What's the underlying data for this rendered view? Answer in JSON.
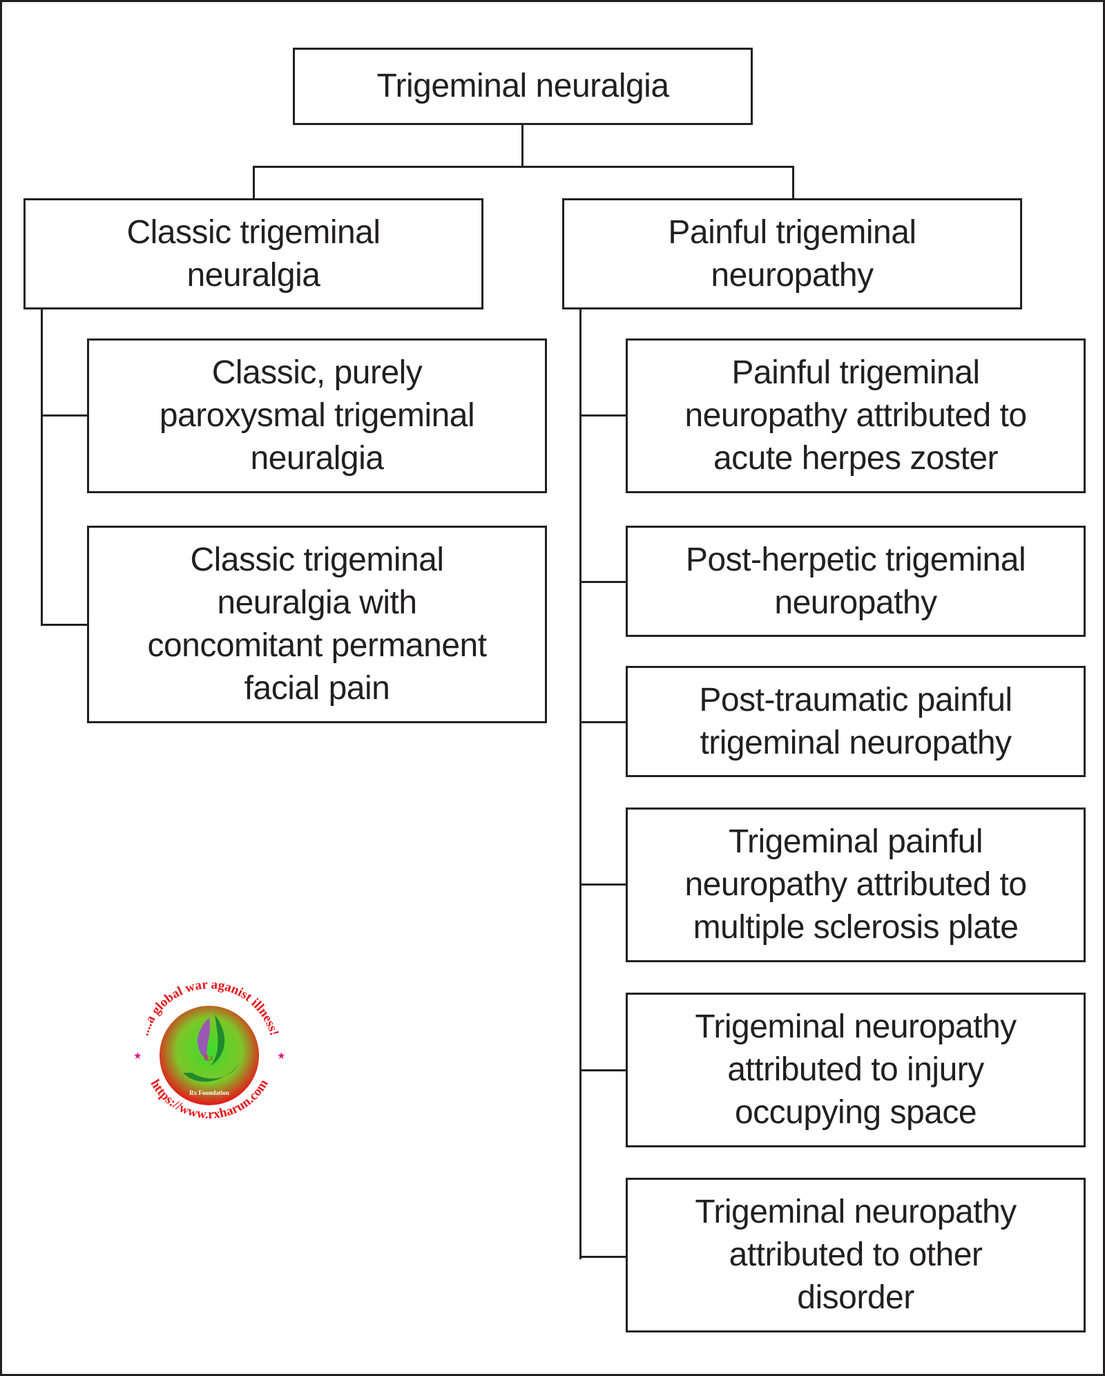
{
  "diagram": {
    "root": {
      "label": "Trigeminal neuralgia"
    },
    "branches": [
      {
        "label": "Classic trigeminal neuralgia",
        "children": [
          {
            "label": "Classic, purely paroxysmal trigeminal neuralgia"
          },
          {
            "label": "Classic trigeminal neuralgia with concomitant permanent facial pain"
          }
        ]
      },
      {
        "label": "Painful trigeminal neuropathy",
        "children": [
          {
            "label": "Painful trigeminal neuropathy attributed to acute herpes zoster"
          },
          {
            "label": "Post-herpetic trigeminal neuropathy"
          },
          {
            "label": "Post-traumatic painful trigeminal neuropathy"
          },
          {
            "label": "Trigeminal painful neuropathy attributed to multiple sclerosis plate"
          },
          {
            "label": "Trigeminal neuropathy attributed to injury occupying space"
          },
          {
            "label": "Trigeminal neuropathy attributed to other disorder"
          }
        ]
      }
    ]
  },
  "watermark": {
    "top_text": "....a global war aganist illness!",
    "bottom_text": "https://www.rxharun.com",
    "center_text": "Rx Foundation",
    "emblem_text": "Rx",
    "colors": {
      "ring_text": "#e8141b",
      "outer": "#e8141b",
      "inner": "#3ddc2c",
      "hand": "#1f8a2e",
      "flame": "#9b59b6",
      "star": "#e0168c"
    }
  }
}
